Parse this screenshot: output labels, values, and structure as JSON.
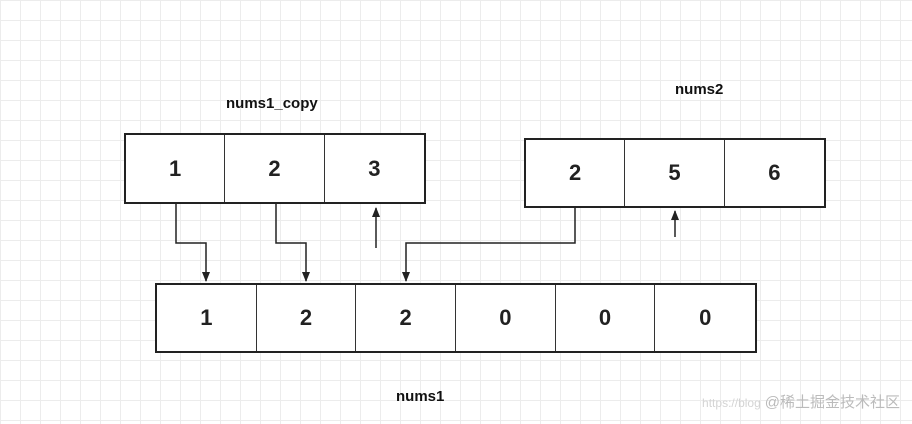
{
  "labels": {
    "nums1_copy": "nums1_copy",
    "nums2": "nums2",
    "nums1": "nums1"
  },
  "nums1_copy": [
    "1",
    "2",
    "3"
  ],
  "nums2": [
    "2",
    "5",
    "6"
  ],
  "nums1": [
    "1",
    "2",
    "2",
    "0",
    "0",
    "0"
  ],
  "watermark": {
    "url": "https://blog",
    "text": "@稀土掘金技术社区"
  },
  "colors": {
    "grid": "#ececec",
    "stroke": "#222222",
    "text": "#111111"
  }
}
